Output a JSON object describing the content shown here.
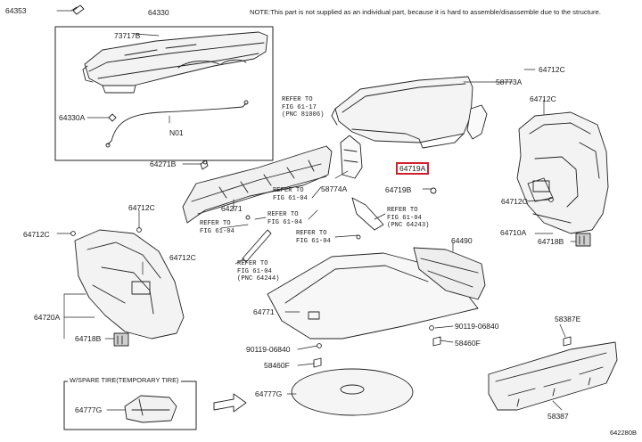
{
  "notice": "NOTE:This part is not supplied as an individual part, because it is hard to assemble/disassemble due to the structure.",
  "parts": {
    "p64353": "64353",
    "p64330": "64330",
    "p73717B": "73717B",
    "p64330A": "64330A",
    "pN01": "N01",
    "p64271B": "64271B",
    "p64271": "64271",
    "p64712C_top": "64712C",
    "p64712C_right": "64712C",
    "p64712C_left": "64712C",
    "p64712C_left2": "64712C",
    "p64712C_mid": "64712C",
    "p64712C_bottom": "64712C",
    "p58773A": "58773A",
    "p64719A": "64719A",
    "p58774A": "58774A",
    "p64719B": "64719B",
    "p64710A": "64710A",
    "p64718B_right": "64718B",
    "p64720A": "64720A",
    "p64718B_left": "64718B",
    "p64490": "64490",
    "p64771": "64771",
    "p90119_right": "90119-06840",
    "p58460F_right": "58460F",
    "p90119_left": "90119-06840",
    "p58460F_left": "58460F",
    "p64777G_main": "64777G",
    "p64777G_box": "64777G",
    "p58387E": "58387E",
    "p58387": "58387"
  },
  "refs": {
    "r1_l1": "REFER TO",
    "r1_l2": "FIG 61-17",
    "r1_l3": "(PNC 81006)",
    "r2_l1": "REFER TO",
    "r2_l2": "FIG 61-04",
    "r3_l1": "REFER TO",
    "r3_l2": "FIG 61-04",
    "r4_l1": "REFER TO",
    "r4_l2": "FIG 61-04",
    "r5_l1": "REFER TO",
    "r5_l2": "FIG 61-04",
    "r5_l3": "(PNC 64243)",
    "r6_l1": "REFER TO",
    "r6_l2": "FIG 61-04",
    "r7_l1": "REFER TO",
    "r7_l2": "FIG 61-04",
    "r7_l3": "(PNC 64244)"
  },
  "spare_box_title": "W/SPARE TIRE(TEMPORARY TIRE)",
  "diagram_code": "642280B",
  "highlight_color": "#d02030"
}
